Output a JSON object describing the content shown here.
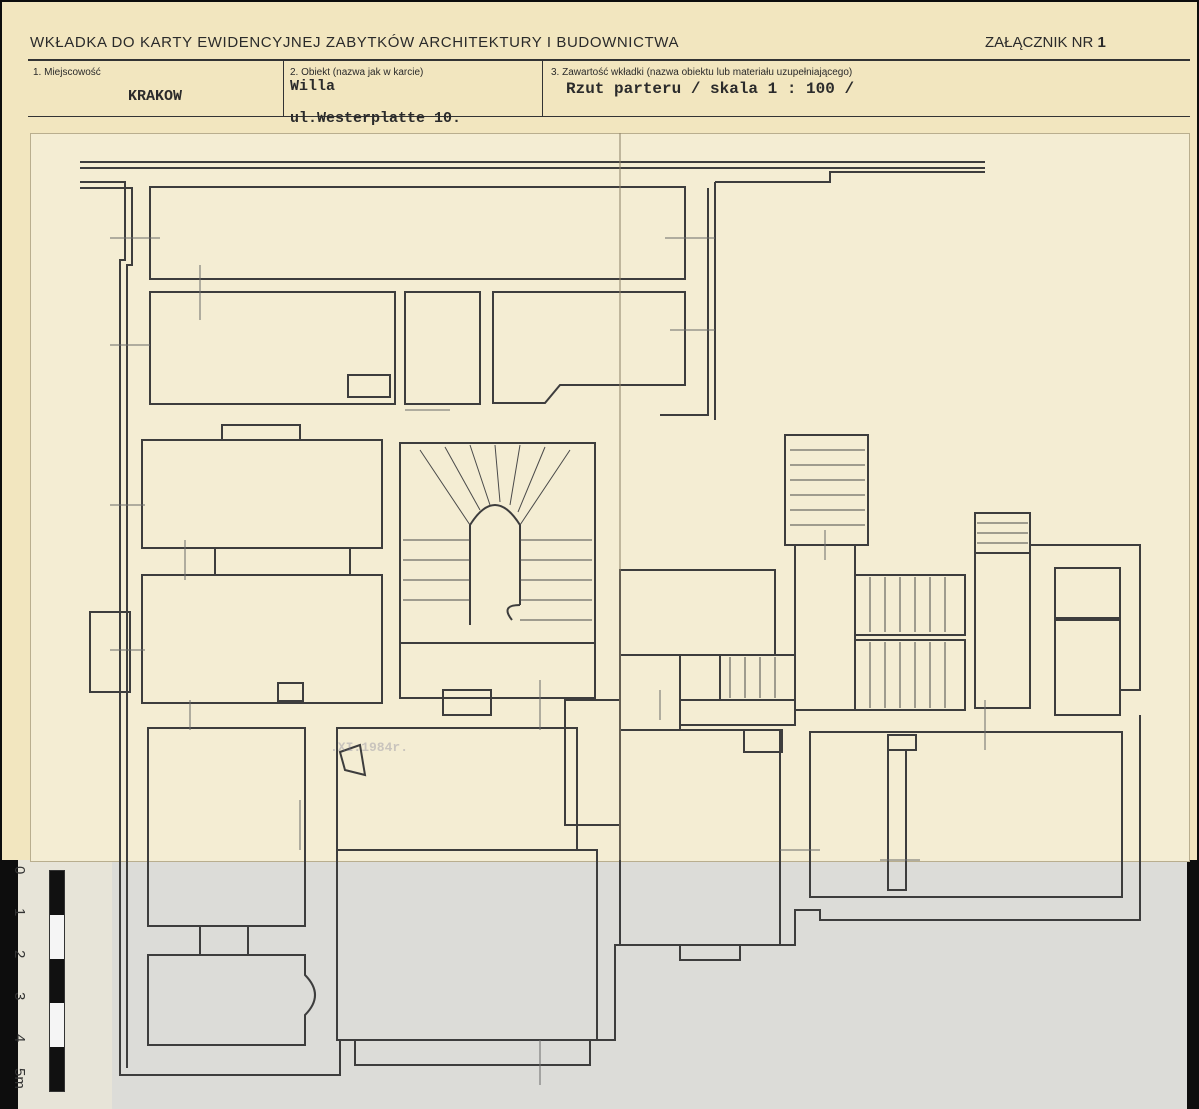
{
  "header": {
    "title": "WKŁADKA DO KARTY EWIDENCYJNEJ ZABYTKÓW ARCHITEKTURY I BUDOWNICTWA",
    "annex_label": "ZAŁĄCZNIK NR",
    "annex_number": "1"
  },
  "fields": {
    "locality_label": "1. Miejscowość",
    "locality_value": "KRAKOW",
    "object_label": "2. Obiekt (nazwa jak w karcie)",
    "object_value_1": "Willa",
    "object_value_2": "ul.Westerplatte 10.",
    "content_label": "3. Zawartość wkładki (nazwa obiektu lub materiału uzupełniającego)",
    "content_value": "Rzut parteru  / skala 1 : 100 /"
  },
  "scale": {
    "labels": [
      "0",
      "1",
      "2",
      "3",
      "4",
      "5m"
    ]
  },
  "stamps": {
    "date": ".XI.1984r."
  },
  "colors": {
    "paper": "#f2e6bf",
    "ink": "#3a3a3a",
    "background": "#0d0d0d"
  }
}
